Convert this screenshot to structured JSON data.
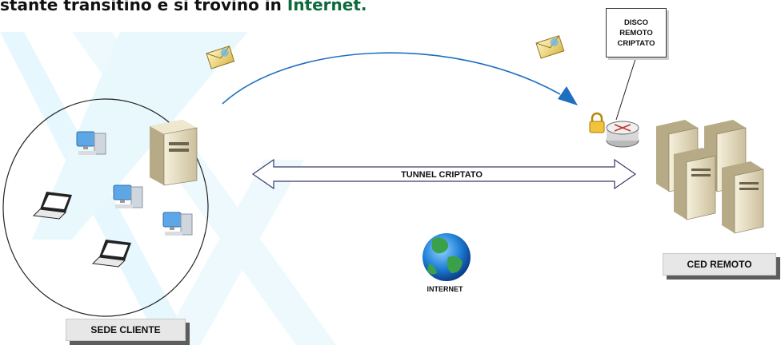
{
  "header": {
    "caption_left": "stante transitino e si trovino in ",
    "caption_right": "Internet."
  },
  "callout": {
    "line1": "DISCO",
    "line2": "REMOTO",
    "line3": "CRIPTATO"
  },
  "tunnel": {
    "label": "TUNNEL CRIPTATO"
  },
  "internet": {
    "label": "INTERNET"
  },
  "nodes": {
    "client_site": "SEDE CLIENTE",
    "remote_ced": "CED REMOTO"
  },
  "colors": {
    "arrow": "#1f6fc0",
    "watermark": "#e6f7fd",
    "label_shadow": "#5d5d5d"
  }
}
